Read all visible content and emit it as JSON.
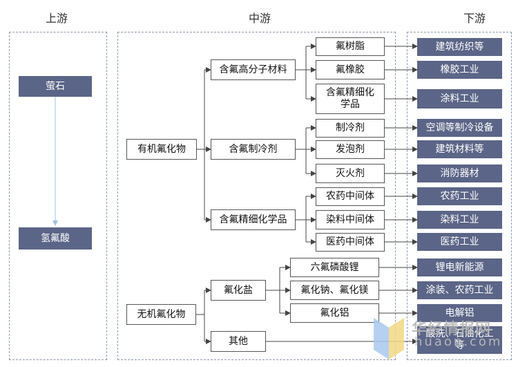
{
  "headers": {
    "upstream": "上游",
    "midstream": "中游",
    "downstream": "下游"
  },
  "upstream": {
    "fluorite": "萤石",
    "hf": "氢氟酸"
  },
  "level1": {
    "organic": "有机氟化物",
    "inorganic": "无机氟化物"
  },
  "level2": {
    "polymer": "含氟高分子材料",
    "refrigerant": "含氟制冷剂",
    "fine_chem": "含氟精细化学品",
    "fluoride_salt": "氟化盐",
    "other": "其他"
  },
  "level3": {
    "resin": "氟树脂",
    "rubber": "氟橡胶",
    "fine_chem_a": "含氟精细化",
    "fine_chem_b": "学品",
    "cooling": "制冷剂",
    "foaming": "发泡剂",
    "extinguish": "灭火剂",
    "pesticide_mid": "农药中间体",
    "dye_mid": "染料中间体",
    "medicine_mid": "医药中间体",
    "lipf6": "六氟磷酸锂",
    "naf_mgf": "氟化钠、氟化镁",
    "alf3": "氟化铝"
  },
  "downstream": {
    "textile": "建筑纺织等",
    "rubber_ind": "橡胶工业",
    "coating": "涂料工业",
    "ac": "空调等制冷设备",
    "building": "建筑材料等",
    "fire": "消防器材",
    "agri": "农药工业",
    "dye": "染料工业",
    "medicine": "医药工业",
    "battery": "锂电新能源",
    "coating_agri": "涂装、农药工业",
    "al": "电解铝",
    "other_a": "酸洗、石油化工",
    "other_b": "等"
  },
  "watermark": {
    "text": "华经情报网",
    "sub": "huaon.com"
  },
  "colors": {
    "dark_box": "#5b6587",
    "panel_border": "#8a97a8",
    "line": "#444444"
  }
}
